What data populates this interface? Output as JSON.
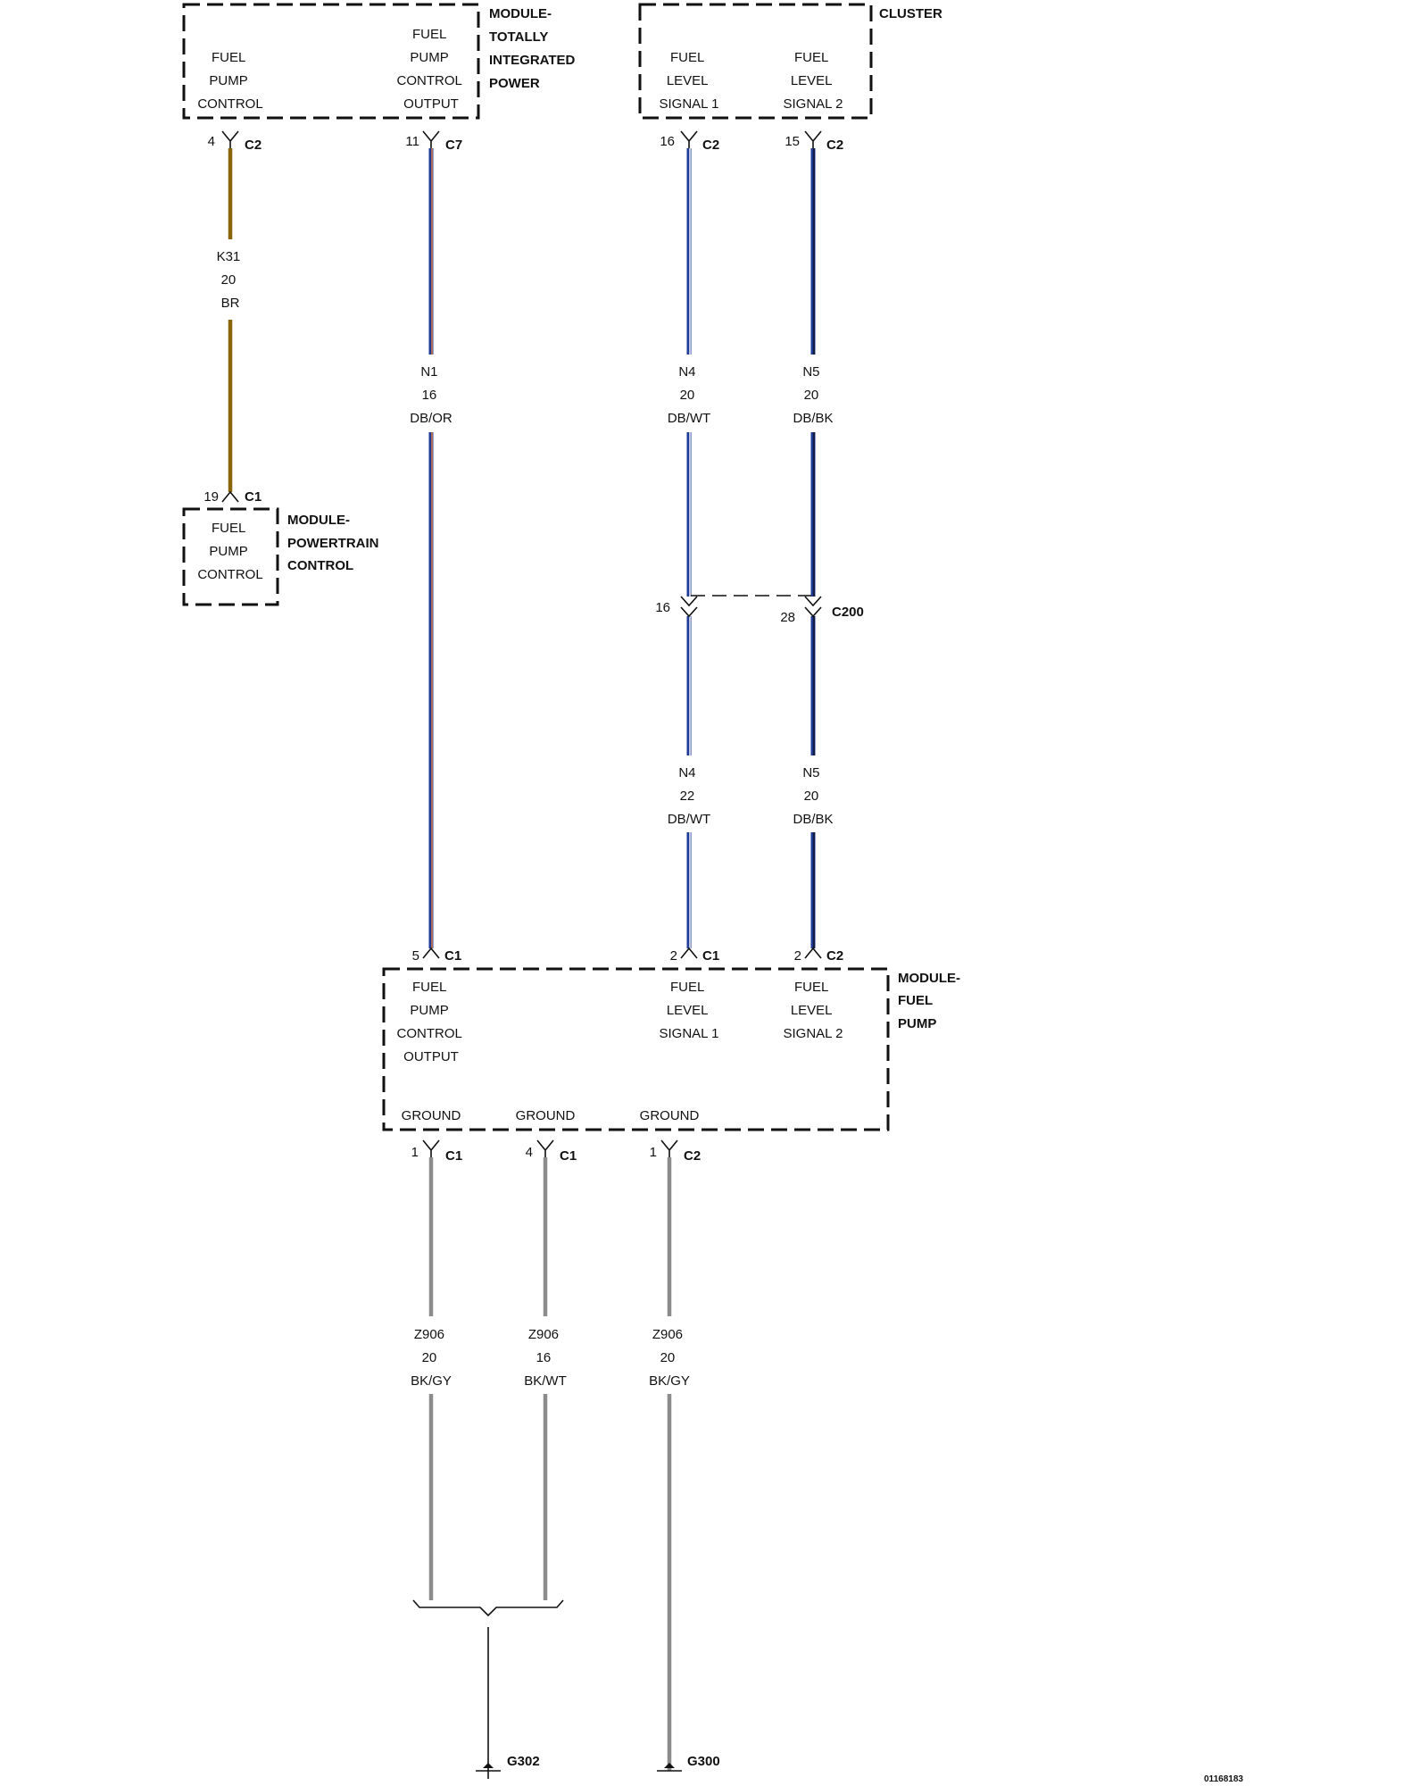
{
  "modules": {
    "tip": {
      "name_lines": [
        "MODULE-",
        "TOTALLY",
        "INTEGRATED",
        "POWER"
      ],
      "pins": [
        {
          "lines": [
            "FUEL",
            "PUMP",
            "CONTROL"
          ]
        },
        {
          "lines": [
            "FUEL",
            "PUMP",
            "CONTROL",
            "OUTPUT"
          ]
        }
      ]
    },
    "cluster": {
      "name_lines": [
        "CLUSTER"
      ],
      "pins": [
        {
          "lines": [
            "FUEL",
            "LEVEL",
            "SIGNAL 1"
          ]
        },
        {
          "lines": [
            "FUEL",
            "LEVEL",
            "SIGNAL 2"
          ]
        }
      ]
    },
    "pcm": {
      "name_lines": [
        "MODULE-",
        "POWERTRAIN",
        "CONTROL"
      ],
      "pins": [
        {
          "lines": [
            "FUEL",
            "PUMP",
            "CONTROL"
          ]
        }
      ]
    },
    "fuel_pump": {
      "name_lines": [
        "MODULE-",
        "FUEL",
        "PUMP"
      ],
      "pins": [
        {
          "lines": [
            "FUEL",
            "PUMP",
            "CONTROL",
            "OUTPUT"
          ]
        },
        {
          "lines": [
            "FUEL",
            "LEVEL",
            "SIGNAL 1"
          ]
        },
        {
          "lines": [
            "FUEL",
            "LEVEL",
            "SIGNAL 2"
          ]
        },
        {
          "lines": [
            "GROUND"
          ]
        },
        {
          "lines": [
            "GROUND"
          ]
        },
        {
          "lines": [
            "GROUND"
          ]
        }
      ]
    }
  },
  "connectors": [
    {
      "pin": "4",
      "name": "C2"
    },
    {
      "pin": "11",
      "name": "C7"
    },
    {
      "pin": "16",
      "name": "C2"
    },
    {
      "pin": "15",
      "name": "C2"
    },
    {
      "pin": "19",
      "name": "C1"
    },
    {
      "pin": "16",
      "name": ""
    },
    {
      "pin": "28",
      "name": "C200"
    },
    {
      "pin": "5",
      "name": "C1"
    },
    {
      "pin": "2",
      "name": "C1"
    },
    {
      "pin": "2",
      "name": "C2"
    },
    {
      "pin": "1",
      "name": "C1"
    },
    {
      "pin": "4",
      "name": "C1"
    },
    {
      "pin": "1",
      "name": "C2"
    }
  ],
  "wires": [
    {
      "circuit": "K31",
      "gauge": "20",
      "color_code": "BR"
    },
    {
      "circuit": "N1",
      "gauge": "16",
      "color_code": "DB/OR"
    },
    {
      "circuit": "N4",
      "gauge": "20",
      "color_code": "DB/WT"
    },
    {
      "circuit": "N5",
      "gauge": "20",
      "color_code": "DB/BK"
    },
    {
      "circuit": "N4",
      "gauge": "22",
      "color_code": "DB/WT"
    },
    {
      "circuit": "N5",
      "gauge": "20",
      "color_code": "DB/BK"
    },
    {
      "circuit": "Z906",
      "gauge": "20",
      "color_code": "BK/GY"
    },
    {
      "circuit": "Z906",
      "gauge": "16",
      "color_code": "BK/WT"
    },
    {
      "circuit": "Z906",
      "gauge": "20",
      "color_code": "BK/GY"
    }
  ],
  "grounds": [
    {
      "name": "G302"
    },
    {
      "name": "G300"
    }
  ],
  "figure_id": "01168183",
  "colors": {
    "line": "#111111",
    "brown": "#8a6508",
    "dark_blue": "#1f3b9a",
    "orange": "#e8823c",
    "white": "#ffffff",
    "black": "#111111",
    "gray": "#8c8c8c"
  }
}
